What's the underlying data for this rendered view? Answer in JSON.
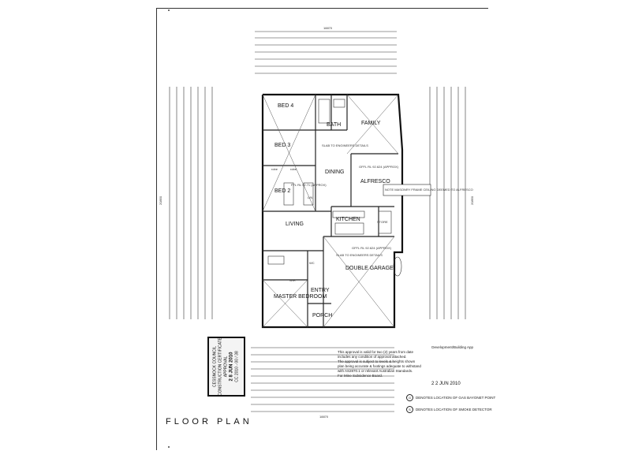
{
  "title": "FLOOR PLAN",
  "rooms": {
    "bed4": "BED 4",
    "bed3": "BED 3",
    "bed2": "BED 2",
    "bath": "BATH",
    "family": "FAMILY",
    "dining": "DINING",
    "alfresco": "ALFRESCO",
    "kitchen": "KITCHEN",
    "living": "LIVING",
    "wc": "WC",
    "store": "STORE",
    "garage": "DOUBLE GARAGE",
    "entry": "ENTRY",
    "master": "MASTER BEDROOM",
    "porch": "PORCH",
    "wir": "WIR",
    "robe1": "robe",
    "robe2": "robe",
    "lin": "L/N"
  },
  "annotations": {
    "slab1": "SLAB TO ENGINEERS DETAILS",
    "slab2": "SLAB TO ENGINEERS DETAILS",
    "fflrl1": "FFL RL 92.71 (APPROX)",
    "gfflrl1": "GFFL RL 92.624 (APPROX)",
    "gfflrl2": "GFFL RL 92.624 (APPROX)",
    "note_alfresco": "NOTE MASONRY FRAME CEILING DEEMED TO ALFRESCO"
  },
  "approval_notes": [
    "This approval is valid for two (2) years from date",
    "includes any condition of approval attached.",
    "",
    "The approval is subject to levels & heights shown",
    "plan being accurate & footings adequate to withstand",
    "with AS2870.1 or relevant Australian Standards.",
    "For Mine Subsidence Board."
  ],
  "approval_header": "Development/Building App",
  "approval_date": "2 2 JUN 2010",
  "legend": [
    {
      "symbol": "G",
      "text": "DENOTES LOCATION OF GAS BAYONET POINT"
    },
    {
      "symbol": "S",
      "text": "DENOTES LOCATION OF SMOKE DETECTOR"
    }
  ],
  "stamp": {
    "line1": "CESSNOCK COUNCIL",
    "line2": "CONSTRUCTION CERTIFICATE",
    "line3": "APPROVAL",
    "date": "2 8 JUN 2010",
    "ref": "CC 2010 - 00  / 38"
  },
  "dimensions": {
    "top_total": "18870",
    "bottom_total": "18870",
    "left_total": "20850",
    "right_total": "20850"
  }
}
